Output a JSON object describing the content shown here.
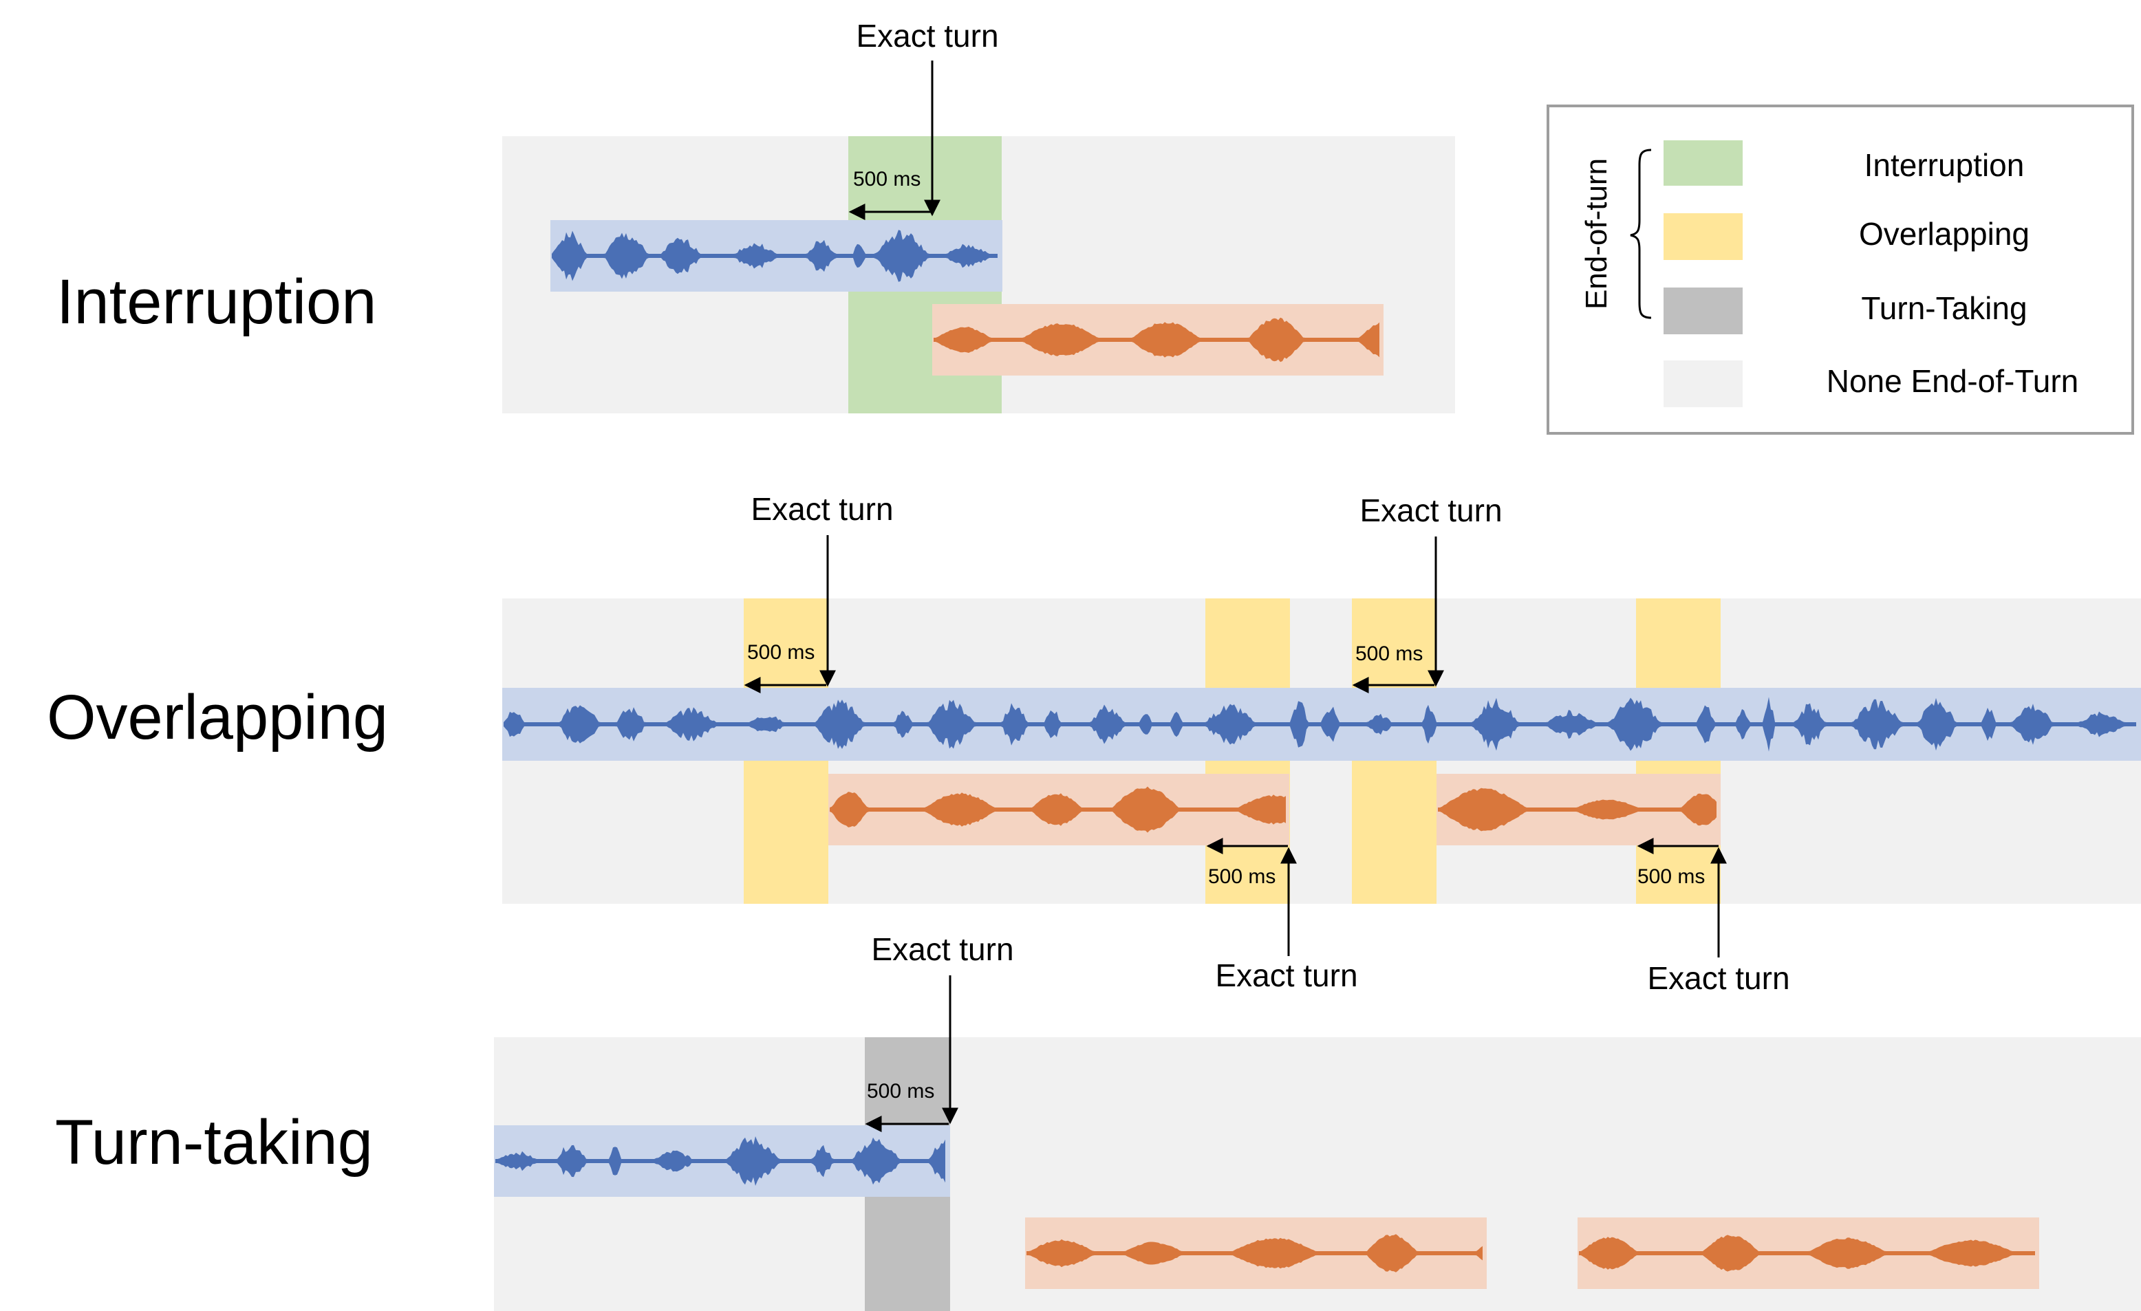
{
  "colors": {
    "none_end_of_turn": "#f1f1f1",
    "interruption": "#c5e0b4",
    "overlapping": "#ffe699",
    "turn_taking": "#bfbfbf",
    "speaker_a_band": "#c9d5eb",
    "speaker_a_wave": "#4a6fb5",
    "speaker_b_band": "#f4d4c2",
    "speaker_b_wave": "#d9773c",
    "legend_border": "#9e9e9e",
    "text": "#000000"
  },
  "sections": {
    "interruption": {
      "title": "Interruption"
    },
    "overlapping": {
      "title": "Overlapping"
    },
    "turn_taking": {
      "title": "Turn-taking"
    }
  },
  "annotations": {
    "exact_turn": "Exact turn",
    "window": "500 ms"
  },
  "legend": {
    "group_label": "End-of-turn",
    "items": [
      {
        "label": "Interruption",
        "color_key": "interruption"
      },
      {
        "label": "Overlapping",
        "color_key": "overlapping"
      },
      {
        "label": "Turn-Taking",
        "color_key": "turn_taking"
      },
      {
        "label": "None End-of-Turn",
        "color_key": "none_end_of_turn"
      }
    ]
  }
}
